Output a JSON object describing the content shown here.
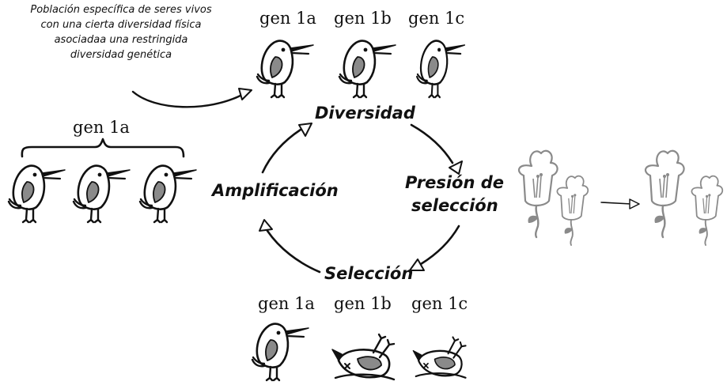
{
  "annotation": {
    "lines": [
      "Población específica de seres vivos",
      "con una cierta diversidad física",
      "asociadaa una restringida",
      "diversidad genética"
    ]
  },
  "cycle": {
    "diversity": "Diversidad",
    "pressure_line1": "Presión de",
    "pressure_line2": "selección",
    "selection": "Selección",
    "amplification": "Amplificación"
  },
  "top_generation": {
    "labels": [
      "gen 1a",
      "gen 1b",
      "gen 1c"
    ]
  },
  "left_generation": {
    "label": "gen 1a"
  },
  "bottom_generation": {
    "labels": [
      "gen 1a",
      "gen 1b",
      "gen 1c"
    ]
  },
  "colors": {
    "ink": "#111111",
    "bird_fill": "#ffffff",
    "wing": "#8a8a8a",
    "flower": "#8a8a8a"
  }
}
